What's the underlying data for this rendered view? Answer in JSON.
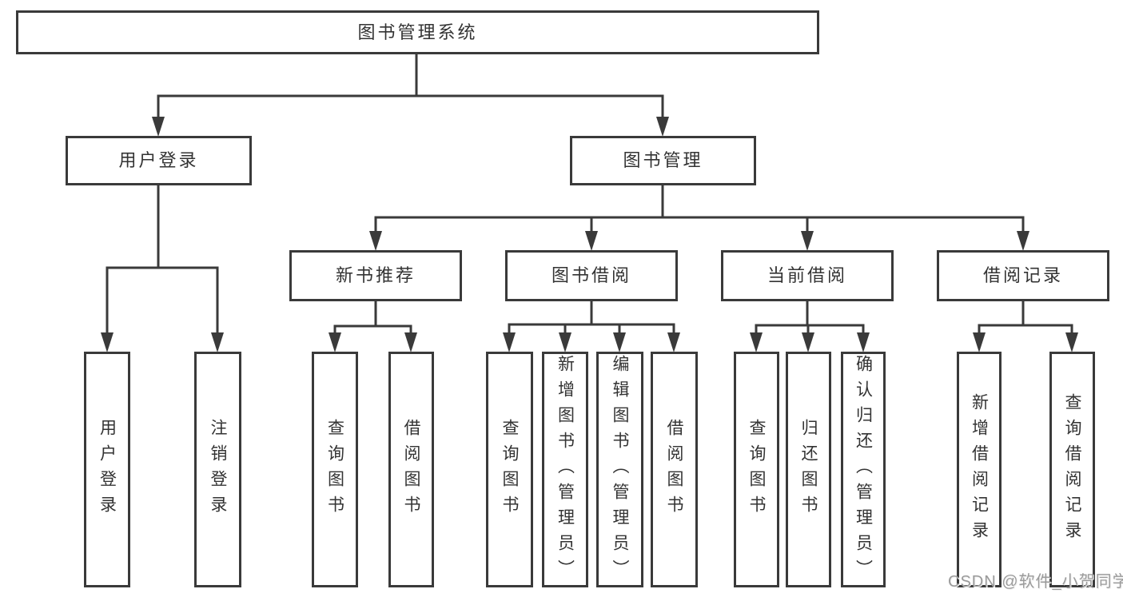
{
  "diagram": {
    "title": "图书管理系统",
    "watermark": "CSDN @软件_小贺同学",
    "colors": {
      "line": "#3a3a3a",
      "border": "#3a3a3a",
      "text": "#333333",
      "background": "#ffffff",
      "watermark": "#9b9b9b"
    },
    "nodes": [
      {
        "id": "root",
        "label": "图书管理系统",
        "level": 1,
        "parent": null
      },
      {
        "id": "user-login-group",
        "label": "用户登录",
        "level": 2,
        "parent": "root"
      },
      {
        "id": "book-management",
        "label": "图书管理",
        "level": 2,
        "parent": "root"
      },
      {
        "id": "new-book-recommend",
        "label": "新书推荐",
        "level": 3,
        "parent": "book-management"
      },
      {
        "id": "book-borrowing",
        "label": "图书借阅",
        "level": 3,
        "parent": "book-management"
      },
      {
        "id": "current-borrowing",
        "label": "当前借阅",
        "level": 3,
        "parent": "book-management"
      },
      {
        "id": "borrowing-records",
        "label": "借阅记录",
        "level": 3,
        "parent": "book-management"
      },
      {
        "id": "user-login",
        "label": "用户登录",
        "level": 4,
        "parent": "user-login-group"
      },
      {
        "id": "logout",
        "label": "注销登录",
        "level": 4,
        "parent": "user-login-group"
      },
      {
        "id": "query-books-1",
        "label": "查询图书",
        "level": 4,
        "parent": "new-book-recommend"
      },
      {
        "id": "borrow-books-1",
        "label": "借阅图书",
        "level": 4,
        "parent": "new-book-recommend"
      },
      {
        "id": "query-books-2",
        "label": "查询图书",
        "level": 4,
        "parent": "book-borrowing"
      },
      {
        "id": "add-books-admin",
        "label": "新增图书（管理员）",
        "level": 4,
        "parent": "book-borrowing"
      },
      {
        "id": "edit-books-admin",
        "label": "编辑图书（管理员）",
        "level": 4,
        "parent": "book-borrowing"
      },
      {
        "id": "borrow-books-2",
        "label": "借阅图书",
        "level": 4,
        "parent": "book-borrowing"
      },
      {
        "id": "query-books-3",
        "label": "查询图书",
        "level": 4,
        "parent": "current-borrowing"
      },
      {
        "id": "return-books",
        "label": "归还图书",
        "level": 4,
        "parent": "current-borrowing"
      },
      {
        "id": "confirm-return-admin",
        "label": "确认归还（管理员）",
        "level": 4,
        "parent": "current-borrowing"
      },
      {
        "id": "add-borrow-record",
        "label": "新增借阅记录",
        "level": 4,
        "parent": "borrowing-records"
      },
      {
        "id": "query-borrow-record",
        "label": "查询借阅记录",
        "level": 4,
        "parent": "borrowing-records"
      }
    ]
  }
}
